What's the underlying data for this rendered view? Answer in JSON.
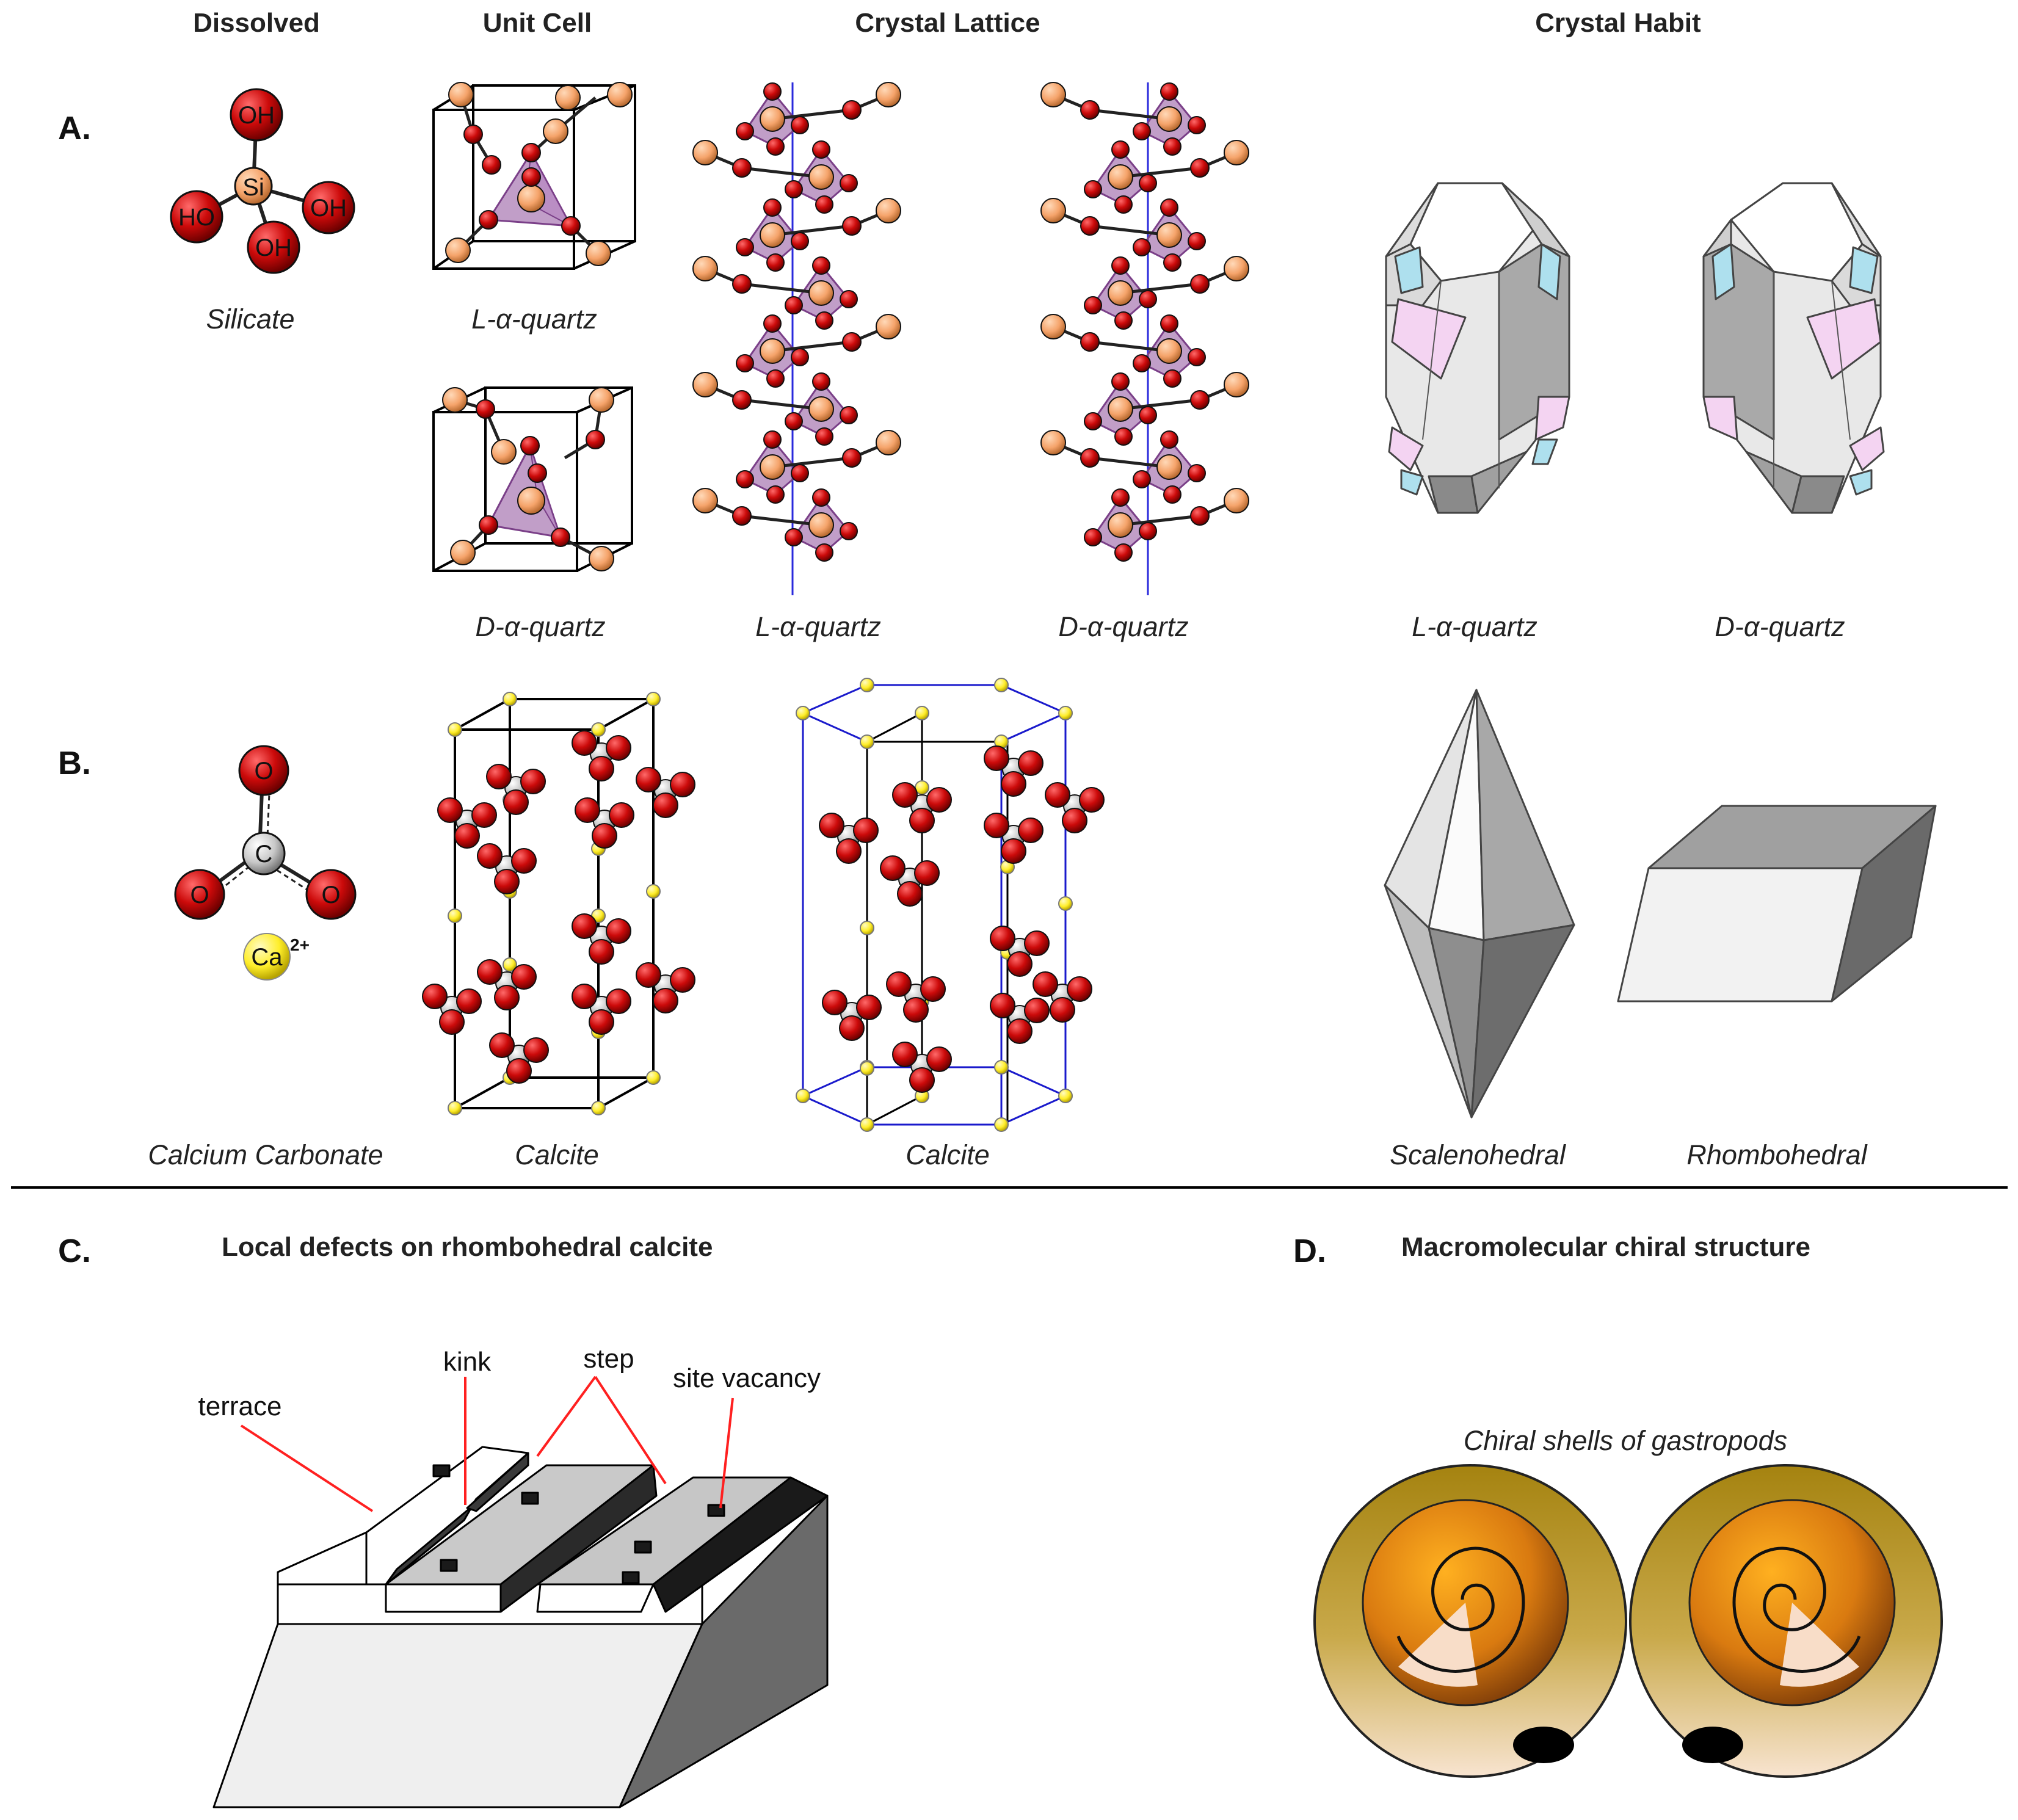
{
  "headers": {
    "dissolved": "Dissolved",
    "unit_cell": "Unit Cell",
    "crystal_lattice": "Crystal Lattice",
    "crystal_habit": "Crystal Habit"
  },
  "panels": {
    "a": {
      "label": "A."
    },
    "b": {
      "label": "B."
    },
    "c": {
      "label": "C.",
      "title": "Local defects on rhombohedral calcite"
    },
    "d": {
      "label": "D.",
      "title": "Macromolecular chiral structure"
    }
  },
  "row_a": {
    "silicate": {
      "caption": "Silicate",
      "center_atom": "Si",
      "ligands": [
        "OH",
        "HO",
        "OH",
        "OH"
      ]
    },
    "unit_cell_captions": [
      "L-α-quartz",
      "D-α-quartz"
    ],
    "lattice_captions": [
      "L-α-quartz",
      "D-α-quartz"
    ],
    "habit_captions": [
      "L-α-quartz",
      "D-α-quartz"
    ]
  },
  "row_b": {
    "carbonate": {
      "caption": "Calcium Carbonate",
      "center_atom": "C",
      "oxygens": [
        "O",
        "O",
        "O"
      ],
      "ion": "Ca",
      "ion_charge": "2+"
    },
    "unit_cell_caption": "Calcite",
    "lattice_caption": "Calcite",
    "habit_captions": [
      "Scalenohedral",
      "Rhombohedral"
    ]
  },
  "panel_c": {
    "callouts": {
      "terrace": "terrace",
      "kink": "kink",
      "step": "step",
      "site_vacancy": "site vacancy"
    }
  },
  "panel_d": {
    "subtitle": "Chiral shells of gastropods"
  },
  "colors": {
    "oxygen": "#cc0a0a",
    "silicon": "#f5a36a",
    "carbon": "#c8c8c8",
    "calcium": "#ffee2a",
    "tetrahedron": "#8e4f9a",
    "hex_prism": "#1a1acc",
    "axis_line": "#2a2adc",
    "callout_line": "#ff2020",
    "shell_outer": "#a58310",
    "shell_inner": "#d97a10",
    "shell_aperture": "#f8ddc8",
    "quartz_blue_face": "#aee0ee",
    "quartz_pink_face": "#f4d4f2"
  }
}
